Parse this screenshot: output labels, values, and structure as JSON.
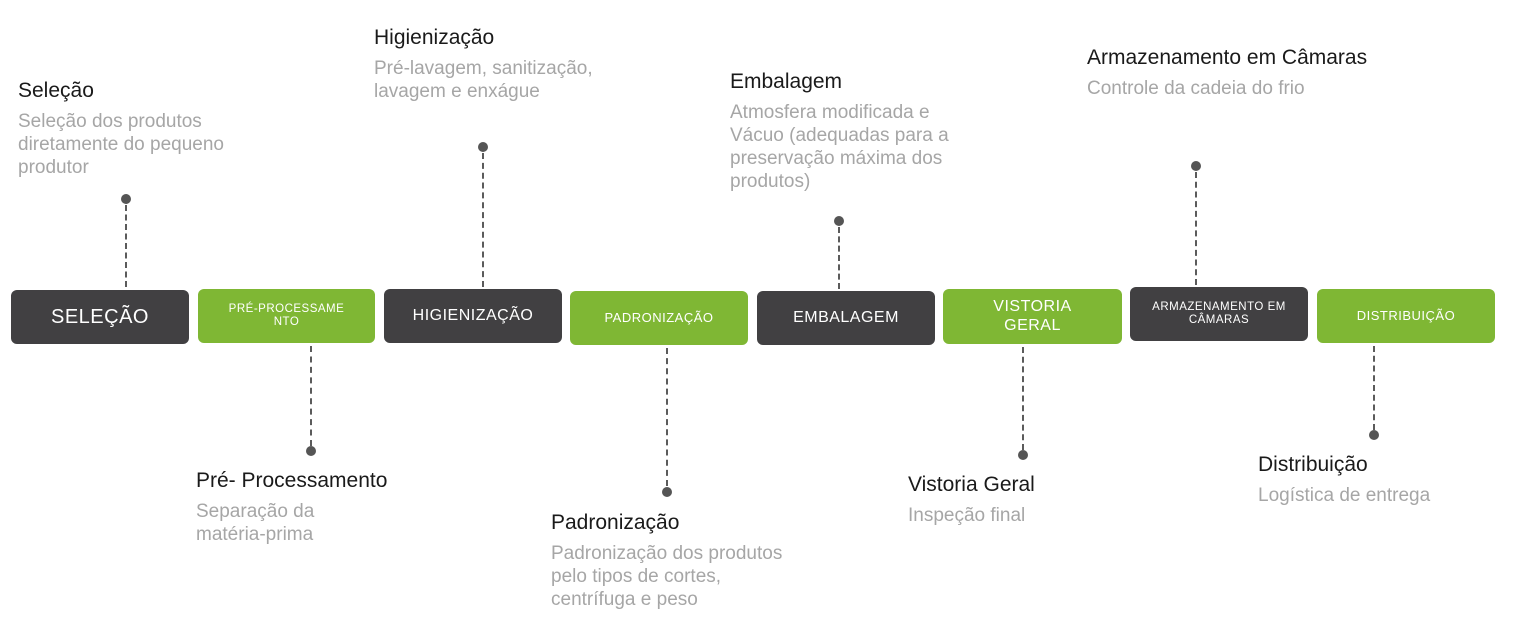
{
  "steps": [
    {
      "label": "SELEÇÃO",
      "color": "#414042"
    },
    {
      "label": "PRÉ-PROCESSAMENTO",
      "color": "#7fb734"
    },
    {
      "label": "HIGIENIZAÇÃO",
      "color": "#414042"
    },
    {
      "label": "PADRONIZAÇÃO",
      "color": "#7fb734"
    },
    {
      "label": "EMBALAGEM",
      "color": "#414042"
    },
    {
      "label": "VISTORIA GERAL",
      "color": "#7fb734"
    },
    {
      "label": "ARMAZENAMENTO EM CÂMARAS",
      "color": "#414042"
    },
    {
      "label": "DISTRIBUIÇÃO",
      "color": "#7fb734"
    }
  ],
  "details": [
    {
      "title": "Seleção",
      "description": "Seleção dos produtos diretamente do pequeno produtor"
    },
    {
      "title": "Pré- Processamento",
      "description": "Separação da matéria-prima"
    },
    {
      "title": "Higienização",
      "description": "Pré-lavagem, sanitização, lavagem e enxágue"
    },
    {
      "title": "Padronização",
      "description": "Padronização dos produtos pelo tipos de cortes, centrífuga e peso"
    },
    {
      "title": "Embalagem",
      "description": "Atmosfera modificada e Vácuo (adequadas para a preservação máxima dos produtos)"
    },
    {
      "title": "Vistoria Geral",
      "description": "Inspeção final"
    },
    {
      "title": "Armazenamento em Câmaras",
      "description": "Controle da cadeia do frio"
    },
    {
      "title": "Distribuição",
      "description": "Logística de entrega"
    }
  ]
}
